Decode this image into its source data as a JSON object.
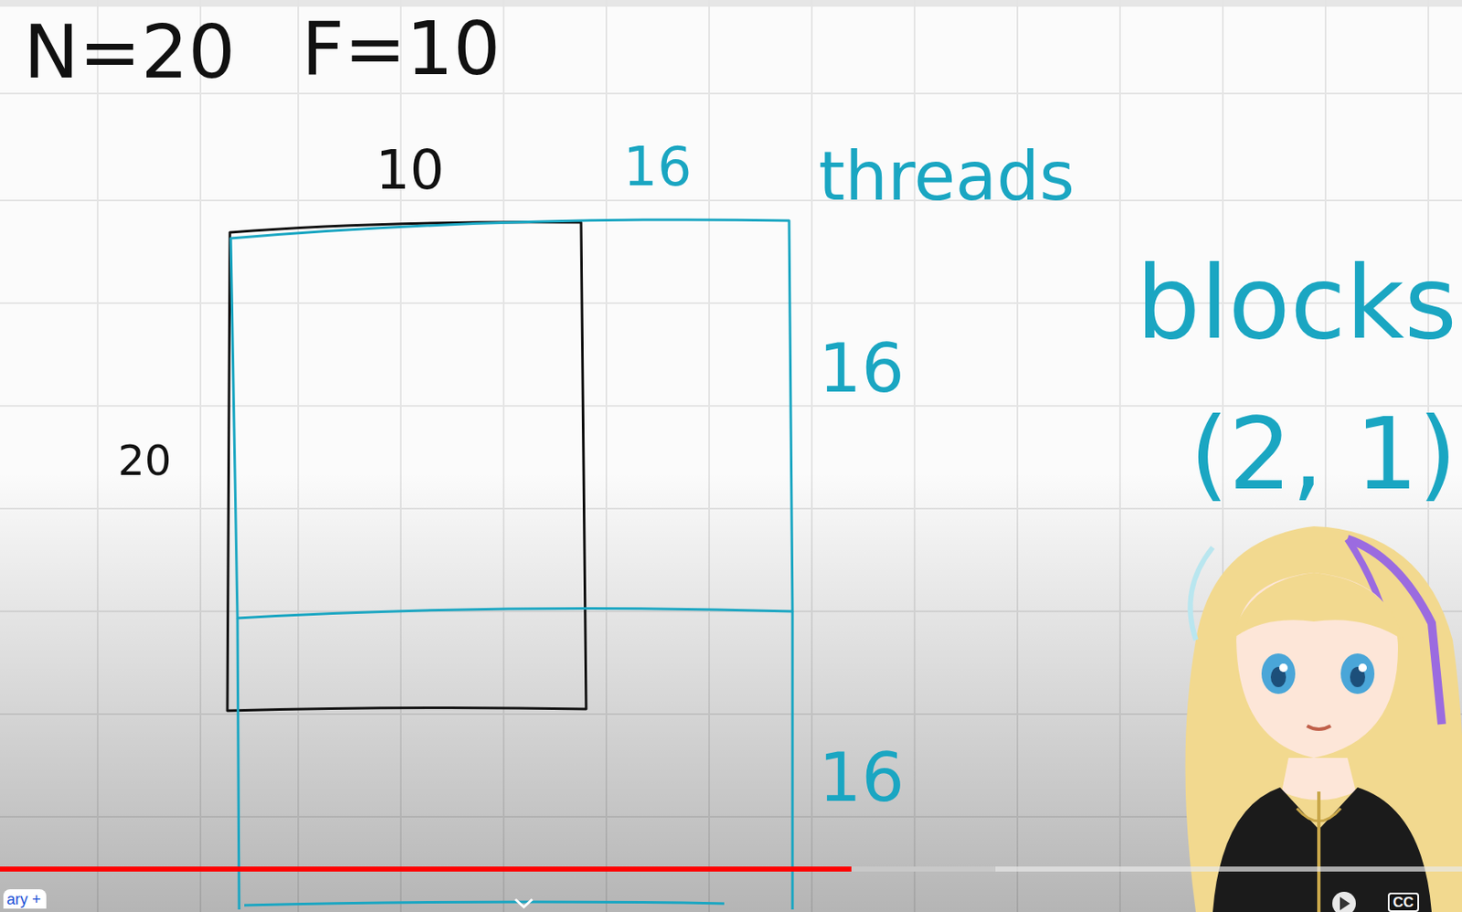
{
  "diagram": {
    "labels": [
      "N=20",
      "F=10",
      "10",
      "16",
      "threads",
      "16",
      "20",
      "blocks",
      "(2, 1)",
      "16",
      "ary +",
      "CC"
    ]
  }
}
